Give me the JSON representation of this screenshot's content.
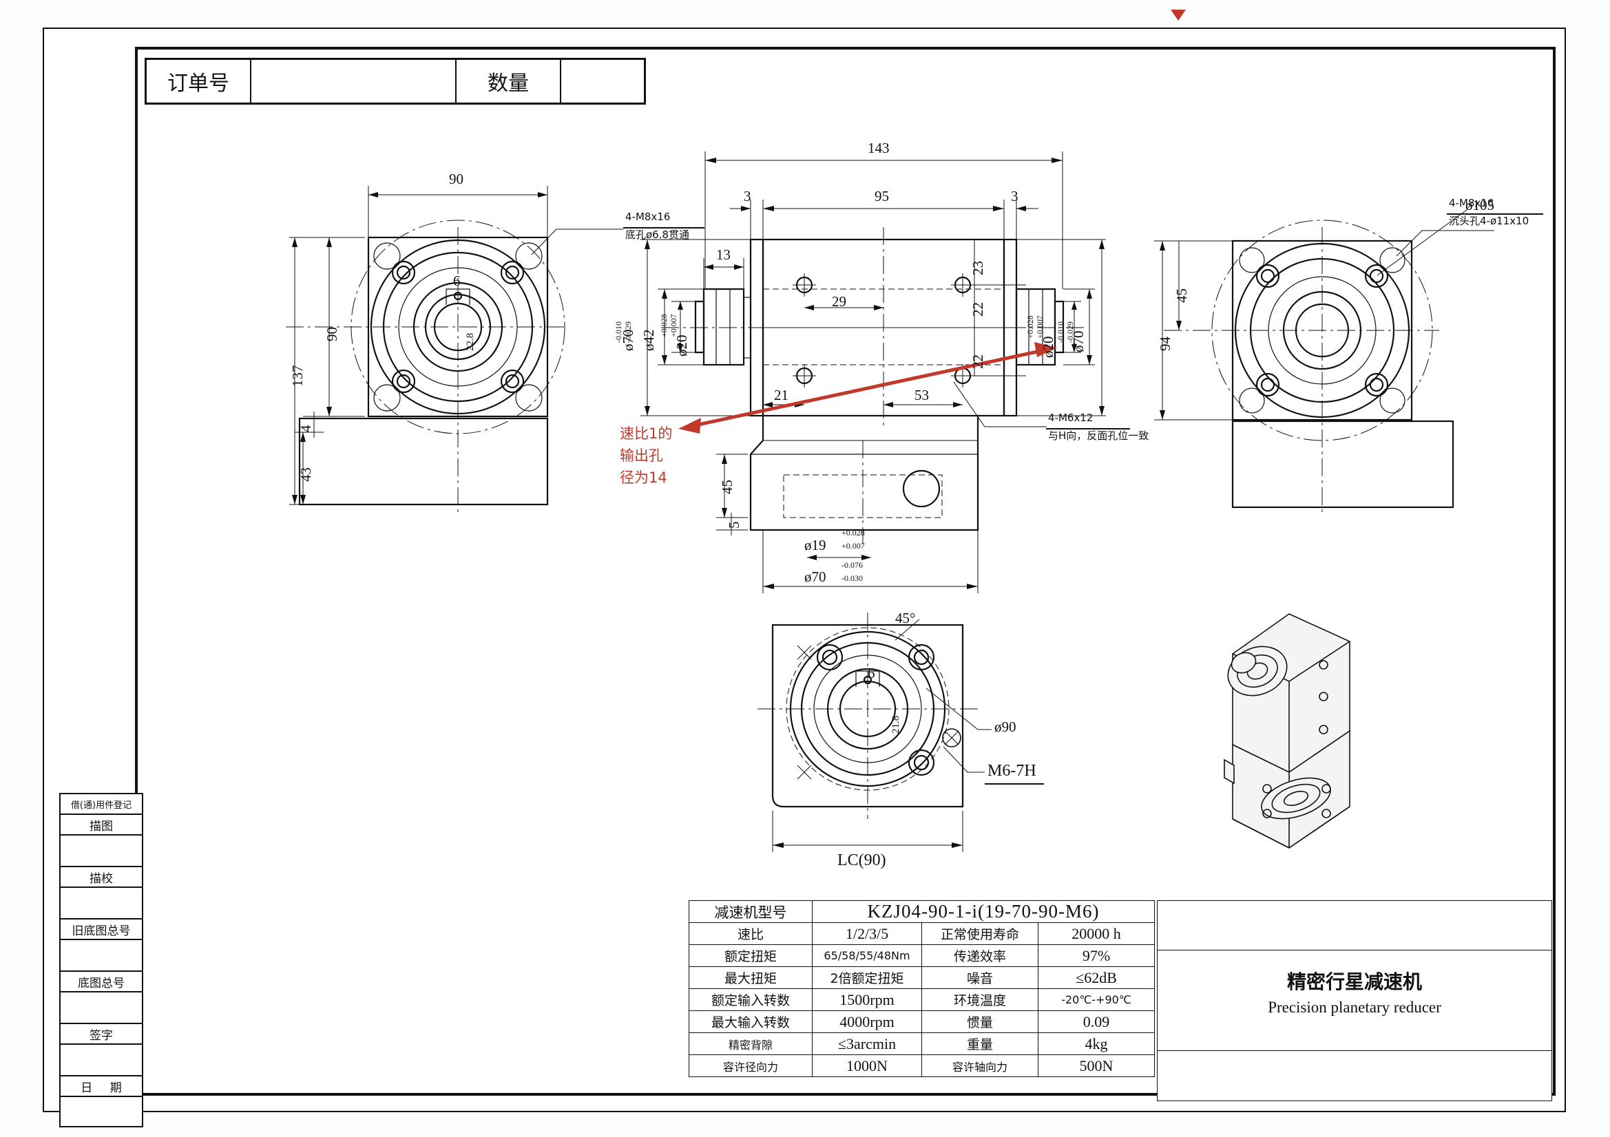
{
  "header": {
    "order_label": "订单号",
    "order_value": "",
    "qty_label": "数量",
    "qty_value": ""
  },
  "sidebar": {
    "items": [
      {
        "label": "借(通)用件登记",
        "tiny": true
      },
      {
        "label": "描图"
      },
      {
        "label": "描校"
      },
      {
        "label": "旧底图总号"
      },
      {
        "label": "底图总号"
      },
      {
        "label": "签字"
      },
      {
        "label": "日    期"
      }
    ]
  },
  "spec_table": {
    "model_label": "减速机型号",
    "model_value": "KZJ04-90-1-i(19-70-90-M6)",
    "rows": [
      {
        "k": "速比",
        "v": "1/2/3/5",
        "k2": "正常使用寿命",
        "v2": "20000 h"
      },
      {
        "k": "额定扭矩",
        "v": "65/58/55/48Nm",
        "k2": "传递效率",
        "v2": "97%"
      },
      {
        "k": "最大扭矩",
        "v": "2倍额定扭矩",
        "k2": "噪音",
        "v2": "≤62dB"
      },
      {
        "k": "额定输入转数",
        "v": "1500rpm",
        "k2": "环境温度",
        "v2": "-20℃-+90℃"
      },
      {
        "k": "最大输入转数",
        "v": "4000rpm",
        "k2": "惯量",
        "v2": "0.09"
      },
      {
        "k": "精密背隙",
        "v": "≤3arcmin",
        "k2": "重量",
        "v2": "4kg"
      },
      {
        "k": "容许径向力",
        "v": "1000N",
        "k2": "容许轴向力",
        "v2": "500N"
      }
    ]
  },
  "title_block": {
    "name_cn": "精密行星减速机",
    "name_en": "Precision planetary reducer"
  },
  "annotations": {
    "red_note": [
      "速比1的",
      "输出孔",
      "径为14"
    ],
    "left_callout": {
      "line1": "4-M8x16",
      "line2": "底孔ø6.8贯通"
    },
    "right_callout": {
      "line1": "4-M8x16",
      "line2": "沉头孔4-ø11x10"
    },
    "center_callout": {
      "line1": "4-M6x12",
      "line2": "与H向，反面孔位一致"
    },
    "bottom_labels": {
      "dia": "ø90",
      "thread": "M6-7H",
      "lc": "LC(90)",
      "angle": "45°"
    }
  },
  "dimensions": {
    "left_view": {
      "width_top": "90",
      "height_side": "90",
      "overall_height": "137",
      "foot_h": "43",
      "small_4": "4",
      "bore_center": "6",
      "bore_dia": "22.8"
    },
    "center_view": {
      "overall_len": "143",
      "body_len": "95",
      "flange_l": "3",
      "flange_r": "3",
      "shaft_l_len": "13",
      "hole_pitch_x": "29",
      "edge_21": "21",
      "edge_53": "53",
      "edge_23": "23",
      "pitch_22a": "22",
      "pitch_22b": "22",
      "foot_45": "45",
      "foot_5": "5",
      "dia_42": "ø42",
      "dia_70_left": "ø70",
      "dia_70_left_tol_up": "-0.010",
      "dia_70_left_tol_dn": "-0.029",
      "dia_20_left": "ø20",
      "dia_20_left_tol_up": "+0.028",
      "dia_20_left_tol_dn": "+0.007",
      "dia_20_right": "ø20",
      "dia_20_right_tol_up": "+0.028",
      "dia_20_right_tol_dn": "+0.007",
      "dia_70_right": "ø70",
      "dia_70_right_tol_up": "-0.010",
      "dia_70_right_tol_dn": "-0.029",
      "dia_19": "ø19",
      "dia_19_tol_up": "+0.028",
      "dia_19_tol_dn": "+0.007",
      "dia_70_bot": "ø70",
      "dia_70_bot_tol_up": "-0.076",
      "dia_70_bot_tol_dn": "-0.030"
    },
    "right_view": {
      "height_45": "45",
      "height_94": "94",
      "pcd": "ø105"
    },
    "bottom_view": {
      "bore_dia": "21.8",
      "bore_center": "6"
    }
  }
}
